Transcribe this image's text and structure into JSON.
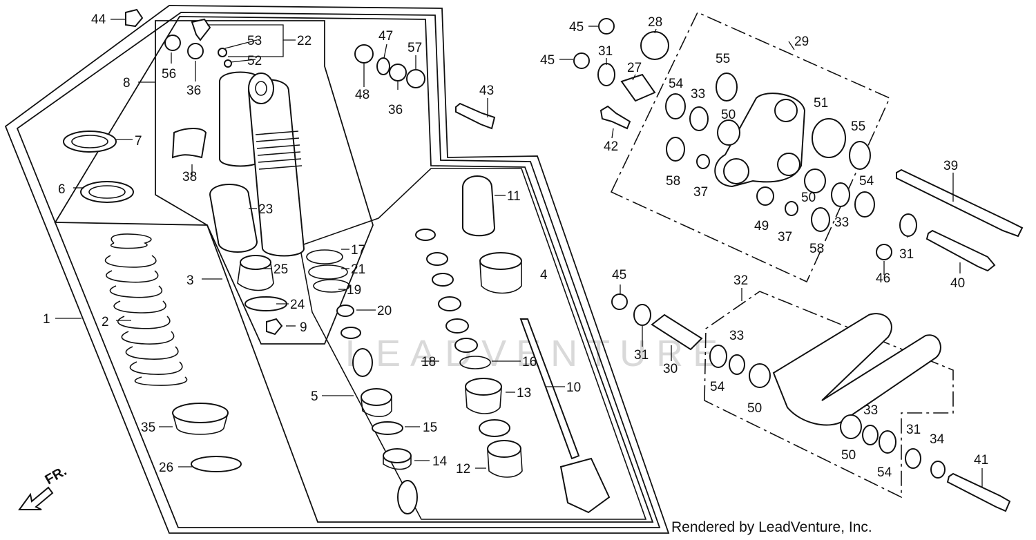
{
  "credit": "Rendered by LeadVenture, Inc.",
  "watermark": "LEADVENTURE",
  "direction_label": "FR.",
  "callouts": [
    "1",
    "2",
    "3",
    "4",
    "5",
    "6",
    "7",
    "8",
    "9",
    "10",
    "11",
    "12",
    "13",
    "14",
    "15",
    "16",
    "17",
    "18",
    "19",
    "20",
    "21",
    "22",
    "23",
    "24",
    "25",
    "26",
    "27",
    "28",
    "29",
    "30",
    "31",
    "31",
    "31",
    "31",
    "32",
    "33",
    "33",
    "33",
    "33",
    "34",
    "35",
    "36",
    "36",
    "37",
    "37",
    "38",
    "39",
    "40",
    "41",
    "42",
    "43",
    "44",
    "45",
    "45",
    "45",
    "46",
    "47",
    "48",
    "49",
    "50",
    "50",
    "50",
    "50",
    "51",
    "52",
    "53",
    "54",
    "54",
    "54",
    "54",
    "55",
    "55",
    "56",
    "57",
    "58",
    "58"
  ]
}
